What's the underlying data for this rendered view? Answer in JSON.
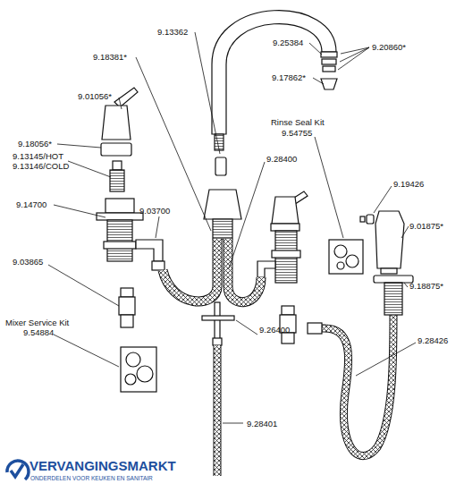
{
  "diagram": {
    "labels": [
      "9.13362",
      "9.25384",
      "9.20860*",
      "9.17862*",
      "9.18381*",
      "9.01056*",
      "9.18056*",
      "9.13145/HOT",
      "9.13146/COLD",
      "9.28400",
      "Rinse Seal Kit",
      "9.54755",
      "9.14700",
      "9.03700",
      "9.19426",
      "9.01875*",
      "9.03865",
      "9.18875*",
      "Mixer Service Kit",
      "9.54884",
      "9.26400",
      "9.28426",
      "9.28401",
      "VERVANGINGSMARKT",
      "ONDERDELEN VOOR KEUKEN EN SANITAIR"
    ]
  }
}
